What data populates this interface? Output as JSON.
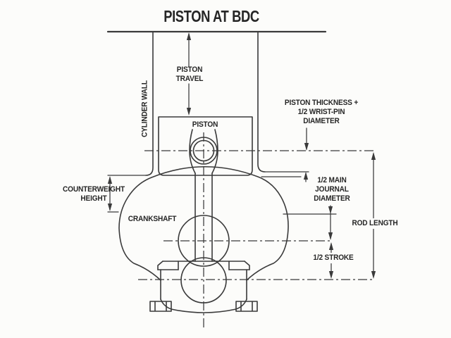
{
  "title": "PISTON AT BDC",
  "colors": {
    "background": "#fcfcfa",
    "line": "#3a3a3a",
    "text": "#262626"
  },
  "labels": {
    "piston_travel": [
      "PISTON",
      "TRAVEL"
    ],
    "cylinder_wall": "CYLINDER WALL",
    "piston": "PISTON",
    "piston_thickness": [
      "PISTON THICKNESS +",
      "1/2 WRIST-PIN",
      "DIAMETER"
    ],
    "half_main_journal": [
      "1/2 MAIN",
      "JOURNAL",
      "DIAMETER"
    ],
    "counterweight_height": [
      "COUNTERWEIGHT",
      "HEIGHT"
    ],
    "crankshaft": "CRANKSHAFT",
    "rod_length": "ROD LENGTH",
    "half_stroke": "1/2 STROKE"
  }
}
